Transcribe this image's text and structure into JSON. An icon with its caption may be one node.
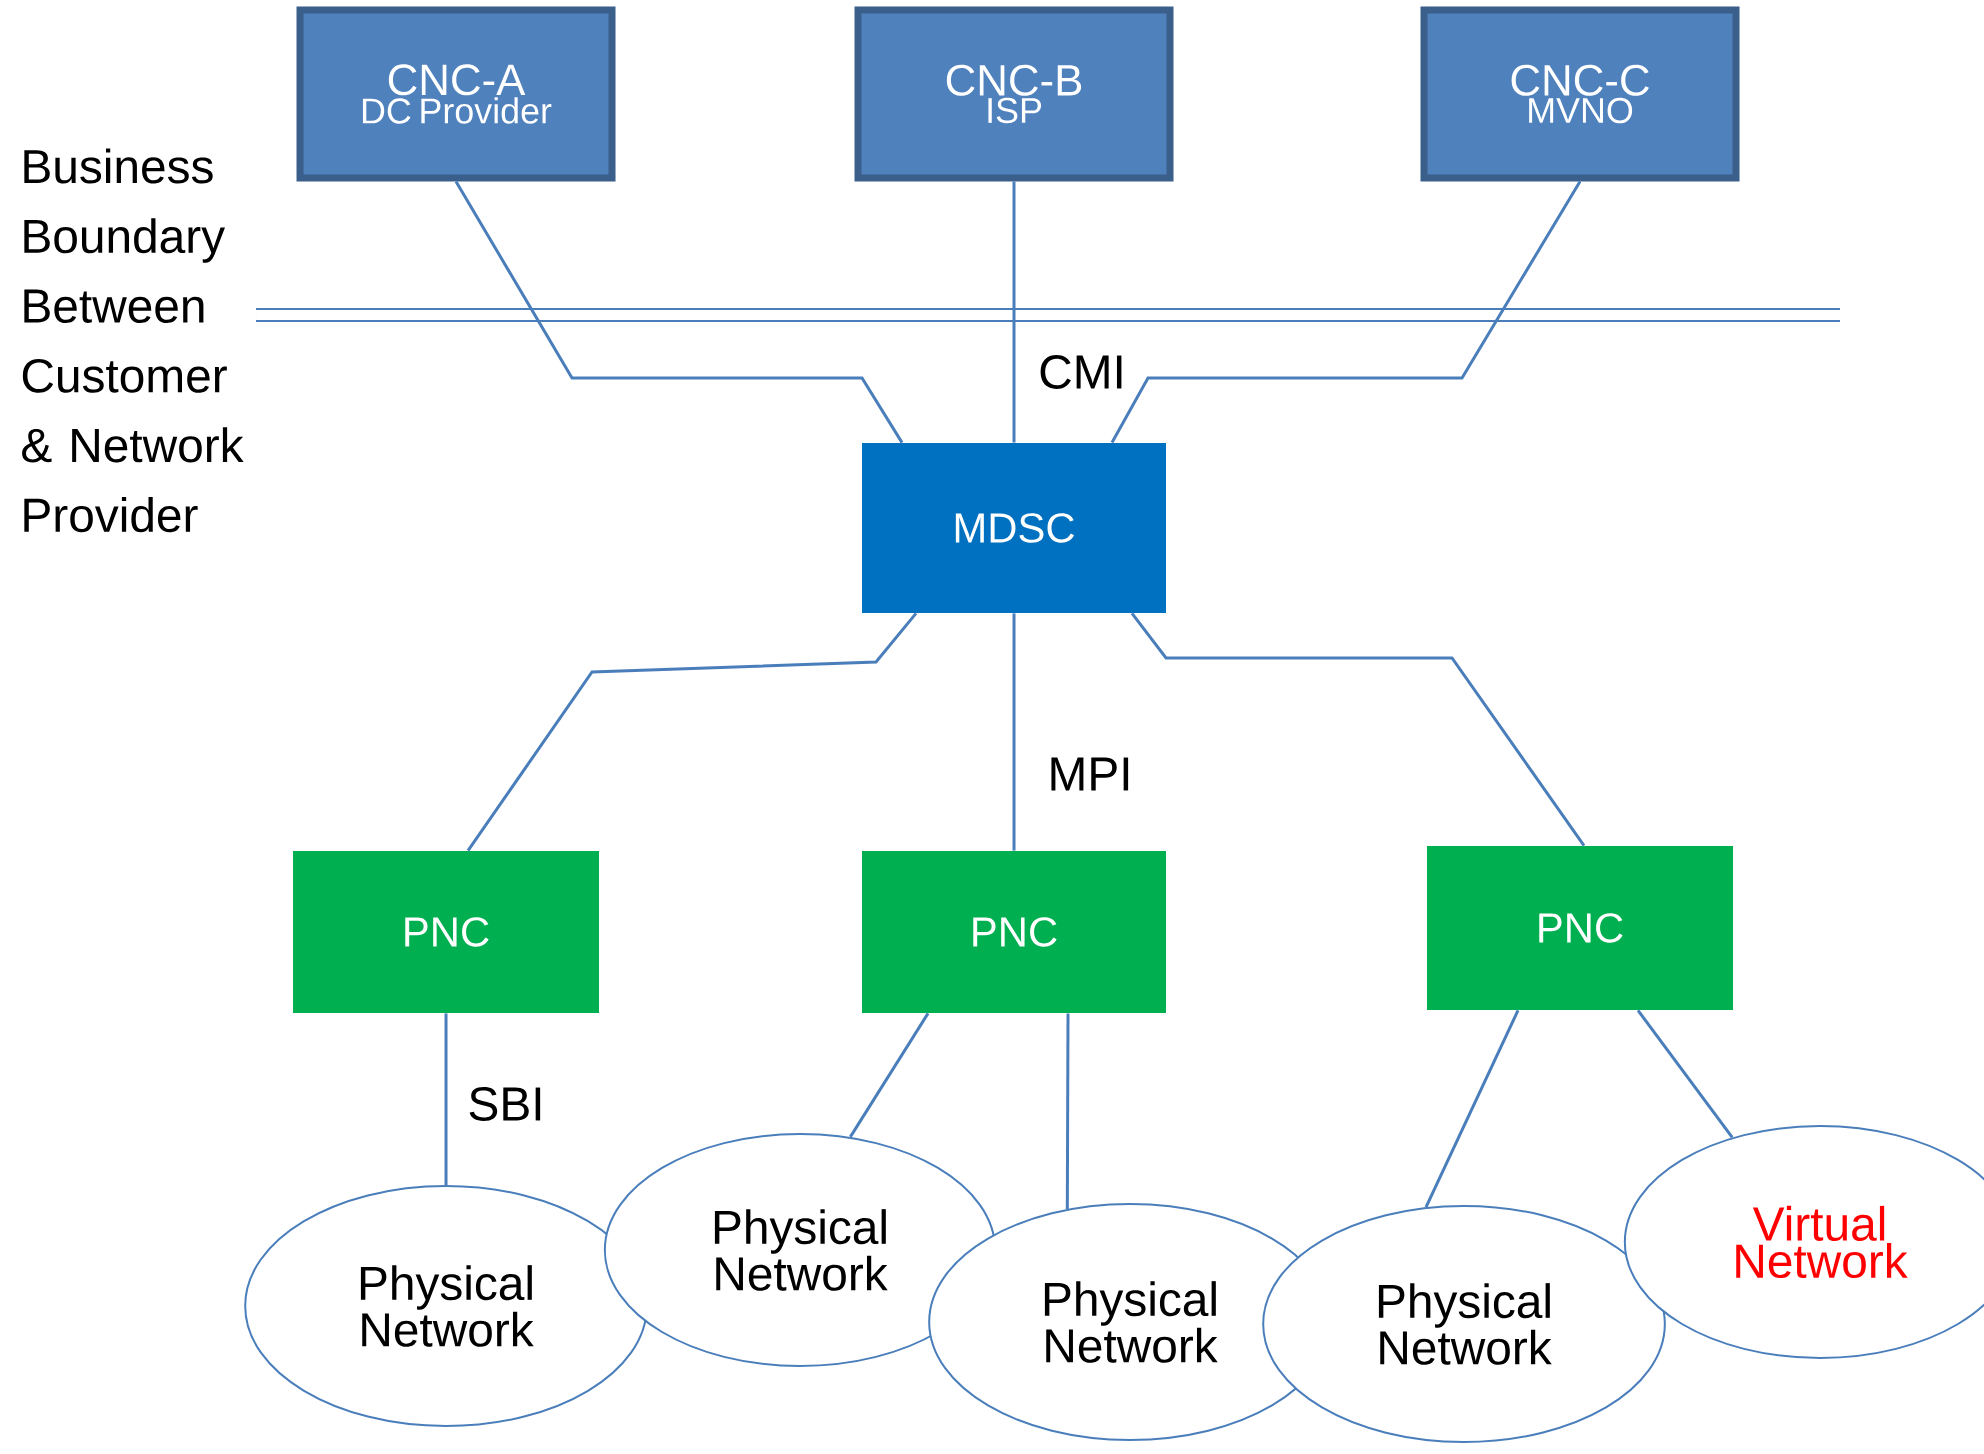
{
  "diagram": {
    "nodes": [
      {
        "text": [
          "CNC-A",
          "DC Provider"
        ]
      },
      {
        "text": [
          "CNC-B",
          "ISP"
        ]
      },
      {
        "text": [
          "CNC-C",
          "MVNO"
        ]
      },
      {
        "text": [
          "MDSC"
        ]
      },
      {
        "text": [
          "PNC"
        ]
      },
      {
        "text": [
          "PNC"
        ]
      },
      {
        "text": [
          "PNC"
        ]
      },
      {
        "text": [
          "Physical Network"
        ]
      },
      {
        "text": [
          "Physical Network"
        ]
      },
      {
        "text": [
          "Physical Network"
        ]
      },
      {
        "text": [
          "Physical Network"
        ]
      },
      {
        "text": [
          "Virtual Network"
        ]
      }
    ],
    "edges": [
      {
        "from": 0,
        "to": 3,
        "arrow": "none"
      },
      {
        "from": 1,
        "to": 3,
        "arrow": "none",
        "label": "CMI"
      },
      {
        "from": 2,
        "to": 3,
        "arrow": "none"
      },
      {
        "from": 3,
        "to": 4,
        "arrow": "none"
      },
      {
        "from": 3,
        "to": 5,
        "arrow": "none",
        "label": "MPI"
      },
      {
        "from": 3,
        "to": 6,
        "arrow": "none"
      },
      {
        "from": 4,
        "to": 7,
        "arrow": "none",
        "label": "SBI"
      },
      {
        "from": 5,
        "to": 8,
        "arrow": "none"
      },
      {
        "from": 5,
        "to": 9,
        "arrow": "none"
      },
      {
        "from": 6,
        "to": 10,
        "arrow": "none"
      },
      {
        "from": 6,
        "to": 11,
        "arrow": "none"
      }
    ],
    "labels": [
      "Business Boundary Between Customer & Network Provider"
    ]
  }
}
